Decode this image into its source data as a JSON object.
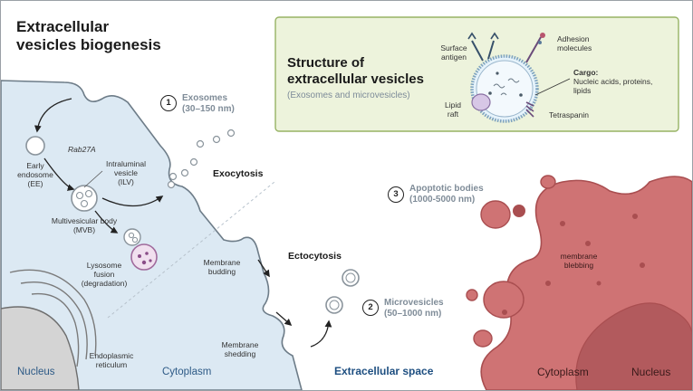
{
  "title_line1": "Extracellular",
  "title_line2": "vesicles biogenesis",
  "structure_box": {
    "title_line1": "Structure of",
    "title_line2": "extracellular vesicles",
    "subtitle": "(Exosomes and microvesicles)",
    "surface_antigen_1": "Surface",
    "surface_antigen_2": "antigen",
    "adhesion_1": "Adhesion",
    "adhesion_2": "molecules",
    "cargo_label": "Cargo:",
    "cargo_1": "Nucleic acids, proteins,",
    "cargo_2": "lipids",
    "lipid_raft_1": "Lipid",
    "lipid_raft_2": "raft",
    "tetraspanin": "Tetraspanin"
  },
  "labels": {
    "exosomes_num": "1",
    "exosomes_1": "Exosomes",
    "exosomes_2": "(30–150 nm)",
    "microvesicles_num": "2",
    "microvesicles_1": "Microvesicles",
    "microvesicles_2": "(50–1000 nm)",
    "apoptotic_num": "3",
    "apoptotic_1": "Apoptotic bodies",
    "apoptotic_2": "(1000-5000 nm)",
    "rab27a": "Rab27A",
    "early_endosome_1": "Early",
    "early_endosome_2": "endosome",
    "early_endosome_3": "(EE)",
    "ilv_1": "Intraluminal",
    "ilv_2": "vesicle",
    "ilv_3": "(ILV)",
    "mvb_1": "Multivesicular body",
    "mvb_2": "(MVB)",
    "lysosome_1": "Lysosome",
    "lysosome_2": "fusion",
    "lysosome_3": "(degradation)",
    "exocytosis": "Exocytosis",
    "ectocytosis": "Ectocytosis",
    "membrane_budding_1": "Membrane",
    "membrane_budding_2": "budding",
    "membrane_shedding_1": "Membrane",
    "membrane_shedding_2": "shedding",
    "er_1": "Endoplasmic",
    "er_2": "reticulum",
    "membrane_blebbing_1": "membrane",
    "membrane_blebbing_2": "blebbing"
  },
  "regions": {
    "nucleus_left": "Nucleus",
    "cytoplasm_left": "Cytoplasm",
    "extracellular_space": "Extracellular space",
    "cytoplasm_right": "Cytoplasm",
    "nucleus_right": "Nucleus"
  },
  "colors": {
    "cell_fill": "#dce9f3",
    "cell_stroke": "#6d7c88",
    "nucleus_fill": "#d4d4d4",
    "box_fill": "#edf3dc",
    "box_stroke": "#97b364",
    "apoptotic_fill": "#cf7374",
    "apoptotic_stroke": "#a94e50",
    "apoptotic_nucleus": "#b25a5d"
  }
}
